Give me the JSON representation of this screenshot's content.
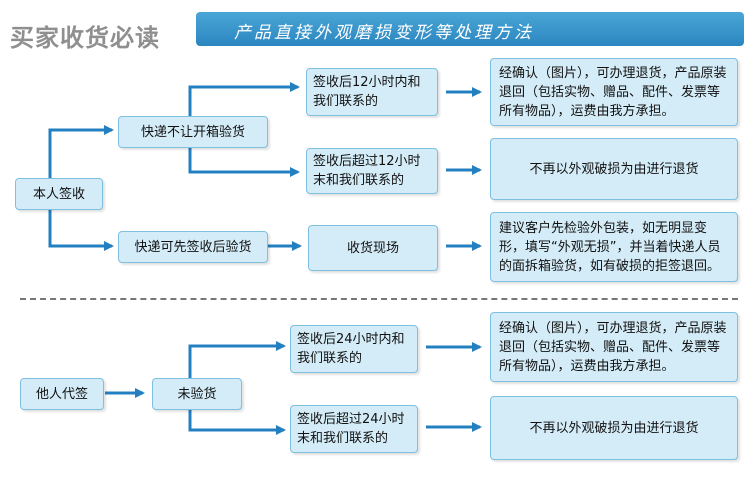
{
  "watermark": "买家收货必读",
  "banner": {
    "title": "产品直接外观磨损变形等处理方法"
  },
  "colors": {
    "banner": "#2b86c0",
    "box_fill": "#d4ecf7",
    "box_border": "#7fbfe0",
    "arrow": "#2380c0"
  },
  "section1": {
    "root": "本人签收",
    "branch_a": "快递不让开箱验货",
    "branch_a_early": "签收后12小时内和我们联系的",
    "branch_a_late": "签收后超过12小时末和我们联系的",
    "branch_b": "快递可先签收后验货",
    "branch_b_step": "收货现场",
    "result_return": "经确认（图片），可办理退货，产品原装退回（包括实物、赠品、配件、发票等所有物品），运费由我方承担。",
    "result_reject": "不再以外观破损为由进行退货",
    "result_inspect": "建议客户先检验外包装，如无明显变形，填写“外观无损”，并当着快递人员的面拆箱验货，如有破损的拒签退回。"
  },
  "section2": {
    "root": "他人代签",
    "branch": "未验货",
    "early": "签收后24小时内和我们联系的",
    "late": "签收后超过24小时末和我们联系的",
    "result_return": "经确认（图片），可办理退货，产品原装退回（包括实物、赠品、配件、发票等所有物品），运费由我方承担。",
    "result_reject": "不再以外观破损为由进行退货"
  }
}
